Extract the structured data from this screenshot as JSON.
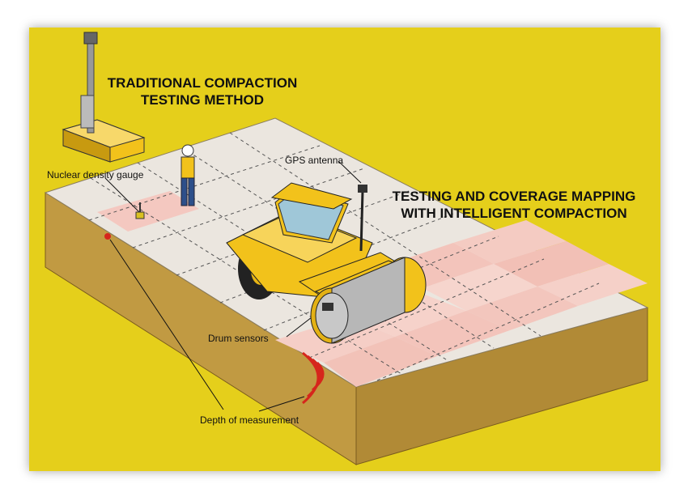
{
  "titles": {
    "traditional_line1": "TRADITIONAL COMPACTION",
    "traditional_line2": "TESTING METHOD",
    "intelligent_line1": "TESTING AND COVERAGE MAPPING",
    "intelligent_line2": "WITH INTELLIGENT COMPACTION"
  },
  "labels": {
    "nuclear_gauge": "Nuclear density gauge",
    "gps_antenna": "GPS antenna",
    "drum_sensors": "Drum sensors",
    "depth": "Depth of measurement"
  },
  "colors": {
    "background": "#e5cf1b",
    "soil": "#c9a24a",
    "surface": "#ece7e1",
    "mapped_cell": "#f3c9c0",
    "machine": "#f2c21b",
    "signal": "#d6261c"
  }
}
